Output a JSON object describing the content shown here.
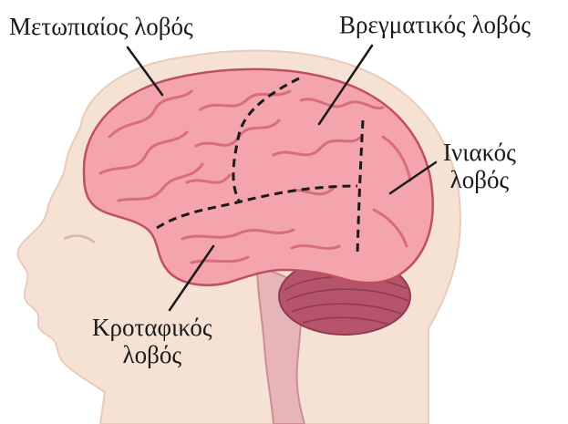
{
  "labels": {
    "frontal": "Μετωπιαίος λοβός",
    "parietal": "Βρεγματικός λοβός",
    "occipital": [
      "Ινιακός",
      "λοβός"
    ],
    "temporal": [
      "Κροταφικός",
      "λοβός"
    ]
  },
  "colors": {
    "skin": "#f6e2d5",
    "skin_shadow": "#e9cbb9",
    "brain": "#f3a4ad",
    "brain_fold": "#d86d7c",
    "brain_dark": "#c04f61",
    "cerebellum": "#b5546a",
    "stem": "#e7b4b8",
    "divider": "#1a1a1a",
    "leader": "#1a1a1a"
  }
}
